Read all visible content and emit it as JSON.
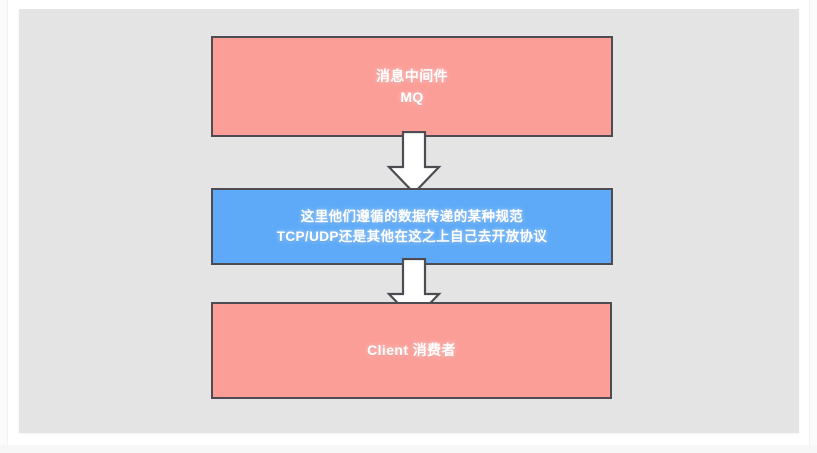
{
  "diagram": {
    "type": "flowchart",
    "orientation": "vertical-top-to-bottom",
    "canvas_background": "#e4e4e4",
    "nodes": [
      {
        "id": "mq",
        "name": "message-middleware-node",
        "lines": [
          "消息中间件",
          "MQ"
        ],
        "text": "消息中间件\nMQ",
        "fill_color": "#fb9e98",
        "border_color": "#4f4b52",
        "text_color": "#ffffff"
      },
      {
        "id": "protocol",
        "name": "protocol-spec-node",
        "lines": [
          "这里他们遵循的数据传递的某种规范",
          "TCP/UDP还是其他在这之上自己去开放协议"
        ],
        "text": "这里他们遵循的数据传递的某种规范\nTCP/UDP还是其他在这之上自己去开放协议",
        "fill_color": "#5eaaf8",
        "border_color": "#4f4b52",
        "text_color": "#ffffff"
      },
      {
        "id": "client",
        "name": "client-consumer-node",
        "lines": [
          "Client 消费者"
        ],
        "text": "Client 消费者",
        "fill_color": "#fb9e98",
        "border_color": "#4f4b52",
        "text_color": "#ffffff"
      }
    ],
    "connectors": [
      {
        "id": "arrow1",
        "name": "arrow-mq-to-protocol",
        "from": "mq",
        "to": "protocol",
        "style": "block-arrow-down",
        "fill_color": "#ffffff",
        "border_color": "#4f4b52"
      },
      {
        "id": "arrow2",
        "name": "arrow-protocol-to-client",
        "from": "protocol",
        "to": "client",
        "style": "block-arrow-down",
        "fill_color": "#ffffff",
        "border_color": "#4f4b52"
      }
    ]
  }
}
